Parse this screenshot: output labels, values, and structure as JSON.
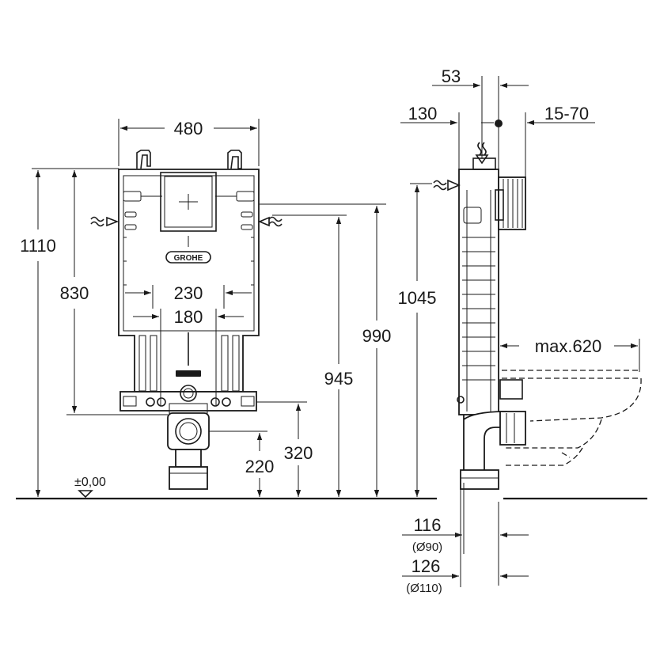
{
  "front_view": {
    "dimensions": {
      "total_width": "480",
      "total_height": "1110",
      "frame_height": "830",
      "outer_spacing": "230",
      "inner_spacing": "180",
      "water_inlet_height": "990",
      "bolt_height": "945",
      "upper_drain_height": "320",
      "lower_drain_height": "220"
    },
    "floor_level_label": "±0,00",
    "logo_text": "GROHE",
    "icons": [
      "water-inlet-left-icon",
      "water-inlet-right-icon",
      "floor-level-triangle-icon"
    ]
  },
  "side_view": {
    "dimensions": {
      "flush_pipe_offset": "53",
      "frame_depth": "130",
      "wall_thickness_range": "15-70",
      "inlet_height": "1045",
      "bowl_max_projection": "max.620",
      "drain_depth_90": "116",
      "drain_diameter_90": "(Ø90)",
      "drain_depth_110": "126",
      "drain_diameter_110": "(Ø110)"
    },
    "icons": [
      "water-inlet-icon",
      "water-flow-icon",
      "pivot-point-icon"
    ]
  }
}
